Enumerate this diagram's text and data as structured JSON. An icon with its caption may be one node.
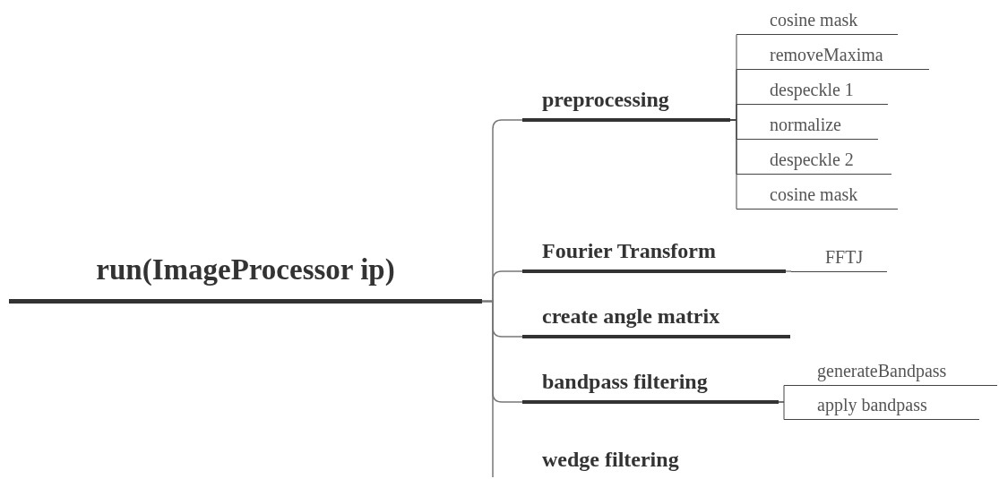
{
  "diagram": {
    "nodes": [
      {
        "text": [
          "run(ImageProcessor ip)"
        ]
      },
      {
        "text": [
          "preprocessing"
        ]
      },
      {
        "text": [
          "cosine mask"
        ]
      },
      {
        "text": [
          "removeMaxima"
        ]
      },
      {
        "text": [
          "despeckle 1"
        ]
      },
      {
        "text": [
          "normalize"
        ]
      },
      {
        "text": [
          "despeckle 2"
        ]
      },
      {
        "text": [
          "cosine mask"
        ]
      },
      {
        "text": [
          "Fourier Transform"
        ]
      },
      {
        "text": [
          "FFTJ"
        ]
      },
      {
        "text": [
          "create angle matrix"
        ]
      },
      {
        "text": [
          "bandpass filtering"
        ]
      },
      {
        "text": [
          "generateBandpass"
        ]
      },
      {
        "text": [
          "apply bandpass"
        ]
      },
      {
        "text": [
          "wedge filtering"
        ]
      }
    ],
    "edges": [
      {
        "from": 0,
        "to": 1,
        "arrow": "none"
      },
      {
        "from": 1,
        "to": 2,
        "arrow": "none"
      },
      {
        "from": 1,
        "to": 3,
        "arrow": "none"
      },
      {
        "from": 1,
        "to": 4,
        "arrow": "none"
      },
      {
        "from": 1,
        "to": 5,
        "arrow": "none"
      },
      {
        "from": 1,
        "to": 6,
        "arrow": "none"
      },
      {
        "from": 1,
        "to": 7,
        "arrow": "none"
      },
      {
        "from": 0,
        "to": 8,
        "arrow": "none"
      },
      {
        "from": 8,
        "to": 9,
        "arrow": "none"
      },
      {
        "from": 0,
        "to": 10,
        "arrow": "none"
      },
      {
        "from": 0,
        "to": 11,
        "arrow": "none"
      },
      {
        "from": 11,
        "to": 12,
        "arrow": "none"
      },
      {
        "from": 11,
        "to": 13,
        "arrow": "none"
      },
      {
        "from": 0,
        "to": 14,
        "arrow": "none"
      }
    ]
  }
}
